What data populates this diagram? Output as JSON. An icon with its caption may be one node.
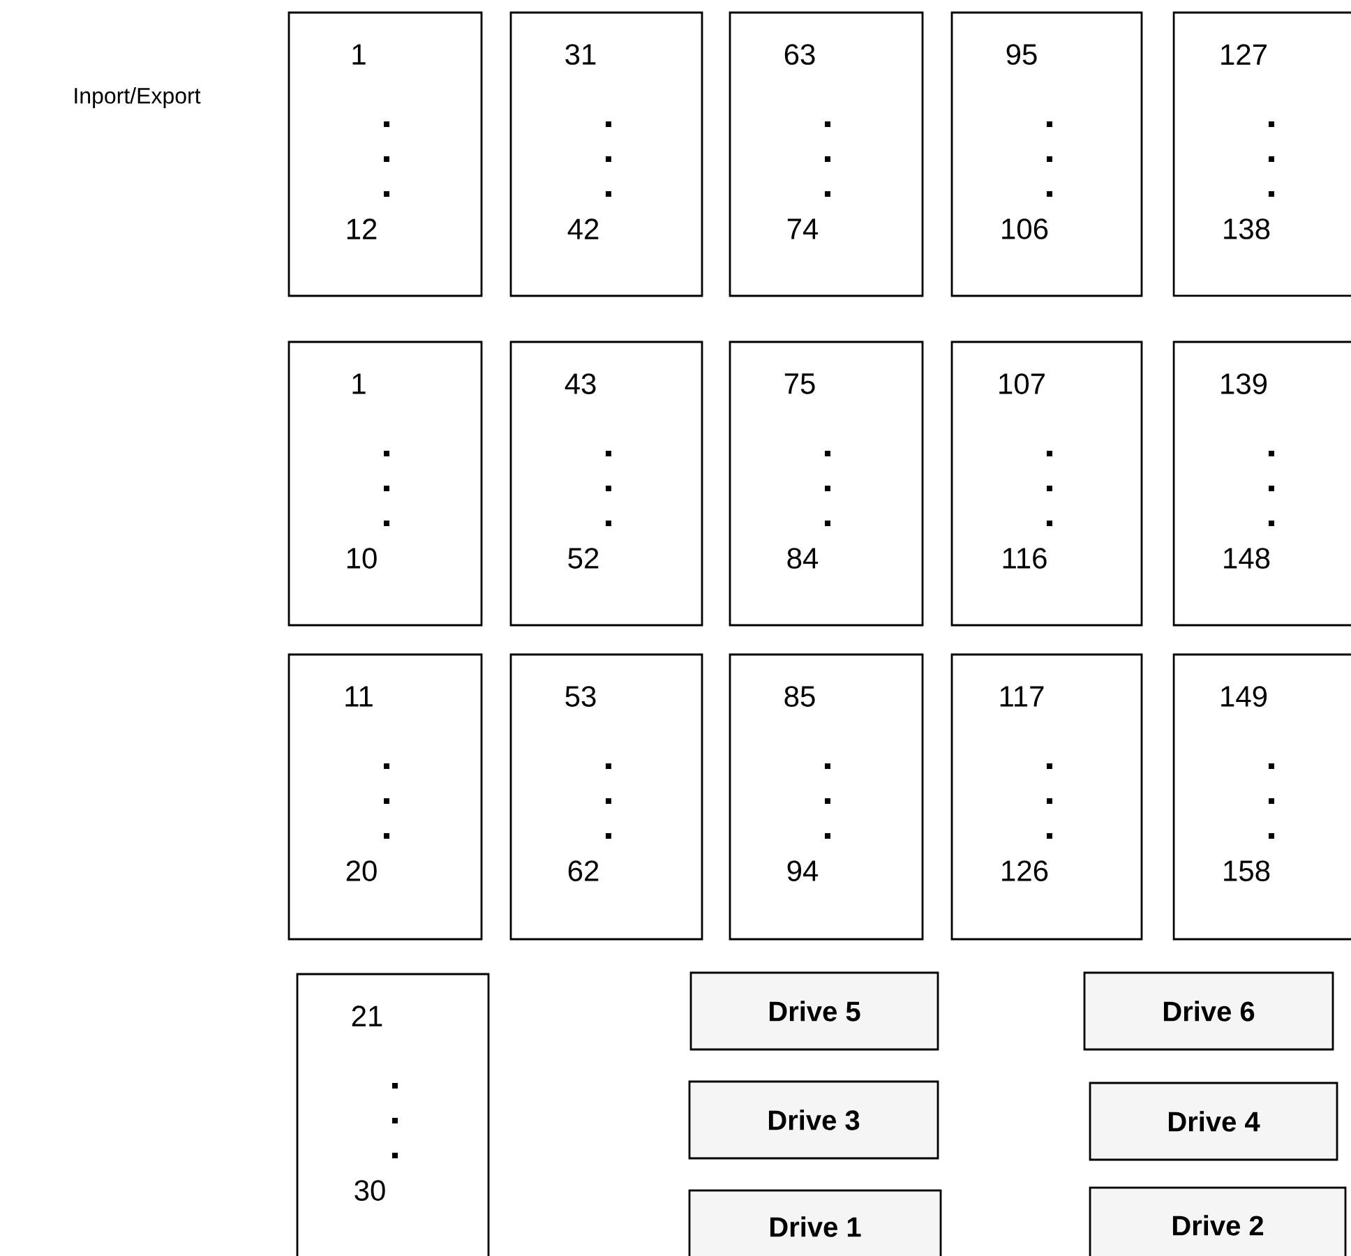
{
  "diagram": {
    "nodes": [
      {
        "text": [
          "1",
          "12"
        ]
      },
      {
        "text": [
          "31",
          "42"
        ]
      },
      {
        "text": [
          "63",
          "74"
        ]
      },
      {
        "text": [
          "95",
          "106"
        ]
      },
      {
        "text": [
          "127",
          "138"
        ]
      },
      {
        "text": [
          "1",
          "10"
        ]
      },
      {
        "text": [
          "43",
          "52"
        ]
      },
      {
        "text": [
          "75",
          "84"
        ]
      },
      {
        "text": [
          "107",
          "116"
        ]
      },
      {
        "text": [
          "139",
          "148"
        ]
      },
      {
        "text": [
          "11",
          "20"
        ]
      },
      {
        "text": [
          "53",
          "62"
        ]
      },
      {
        "text": [
          "85",
          "94"
        ]
      },
      {
        "text": [
          "117",
          "126"
        ]
      },
      {
        "text": [
          "149",
          "158"
        ]
      },
      {
        "text": [
          "21",
          "30"
        ]
      },
      {
        "text": [
          "Drive 5"
        ]
      },
      {
        "text": [
          "Drive 6"
        ]
      },
      {
        "text": [
          "Drive 3"
        ]
      },
      {
        "text": [
          "Drive 4"
        ]
      },
      {
        "text": [
          "Drive 1"
        ]
      },
      {
        "text": [
          "Drive 2"
        ]
      }
    ],
    "labels": [
      "Inport/Export"
    ]
  }
}
